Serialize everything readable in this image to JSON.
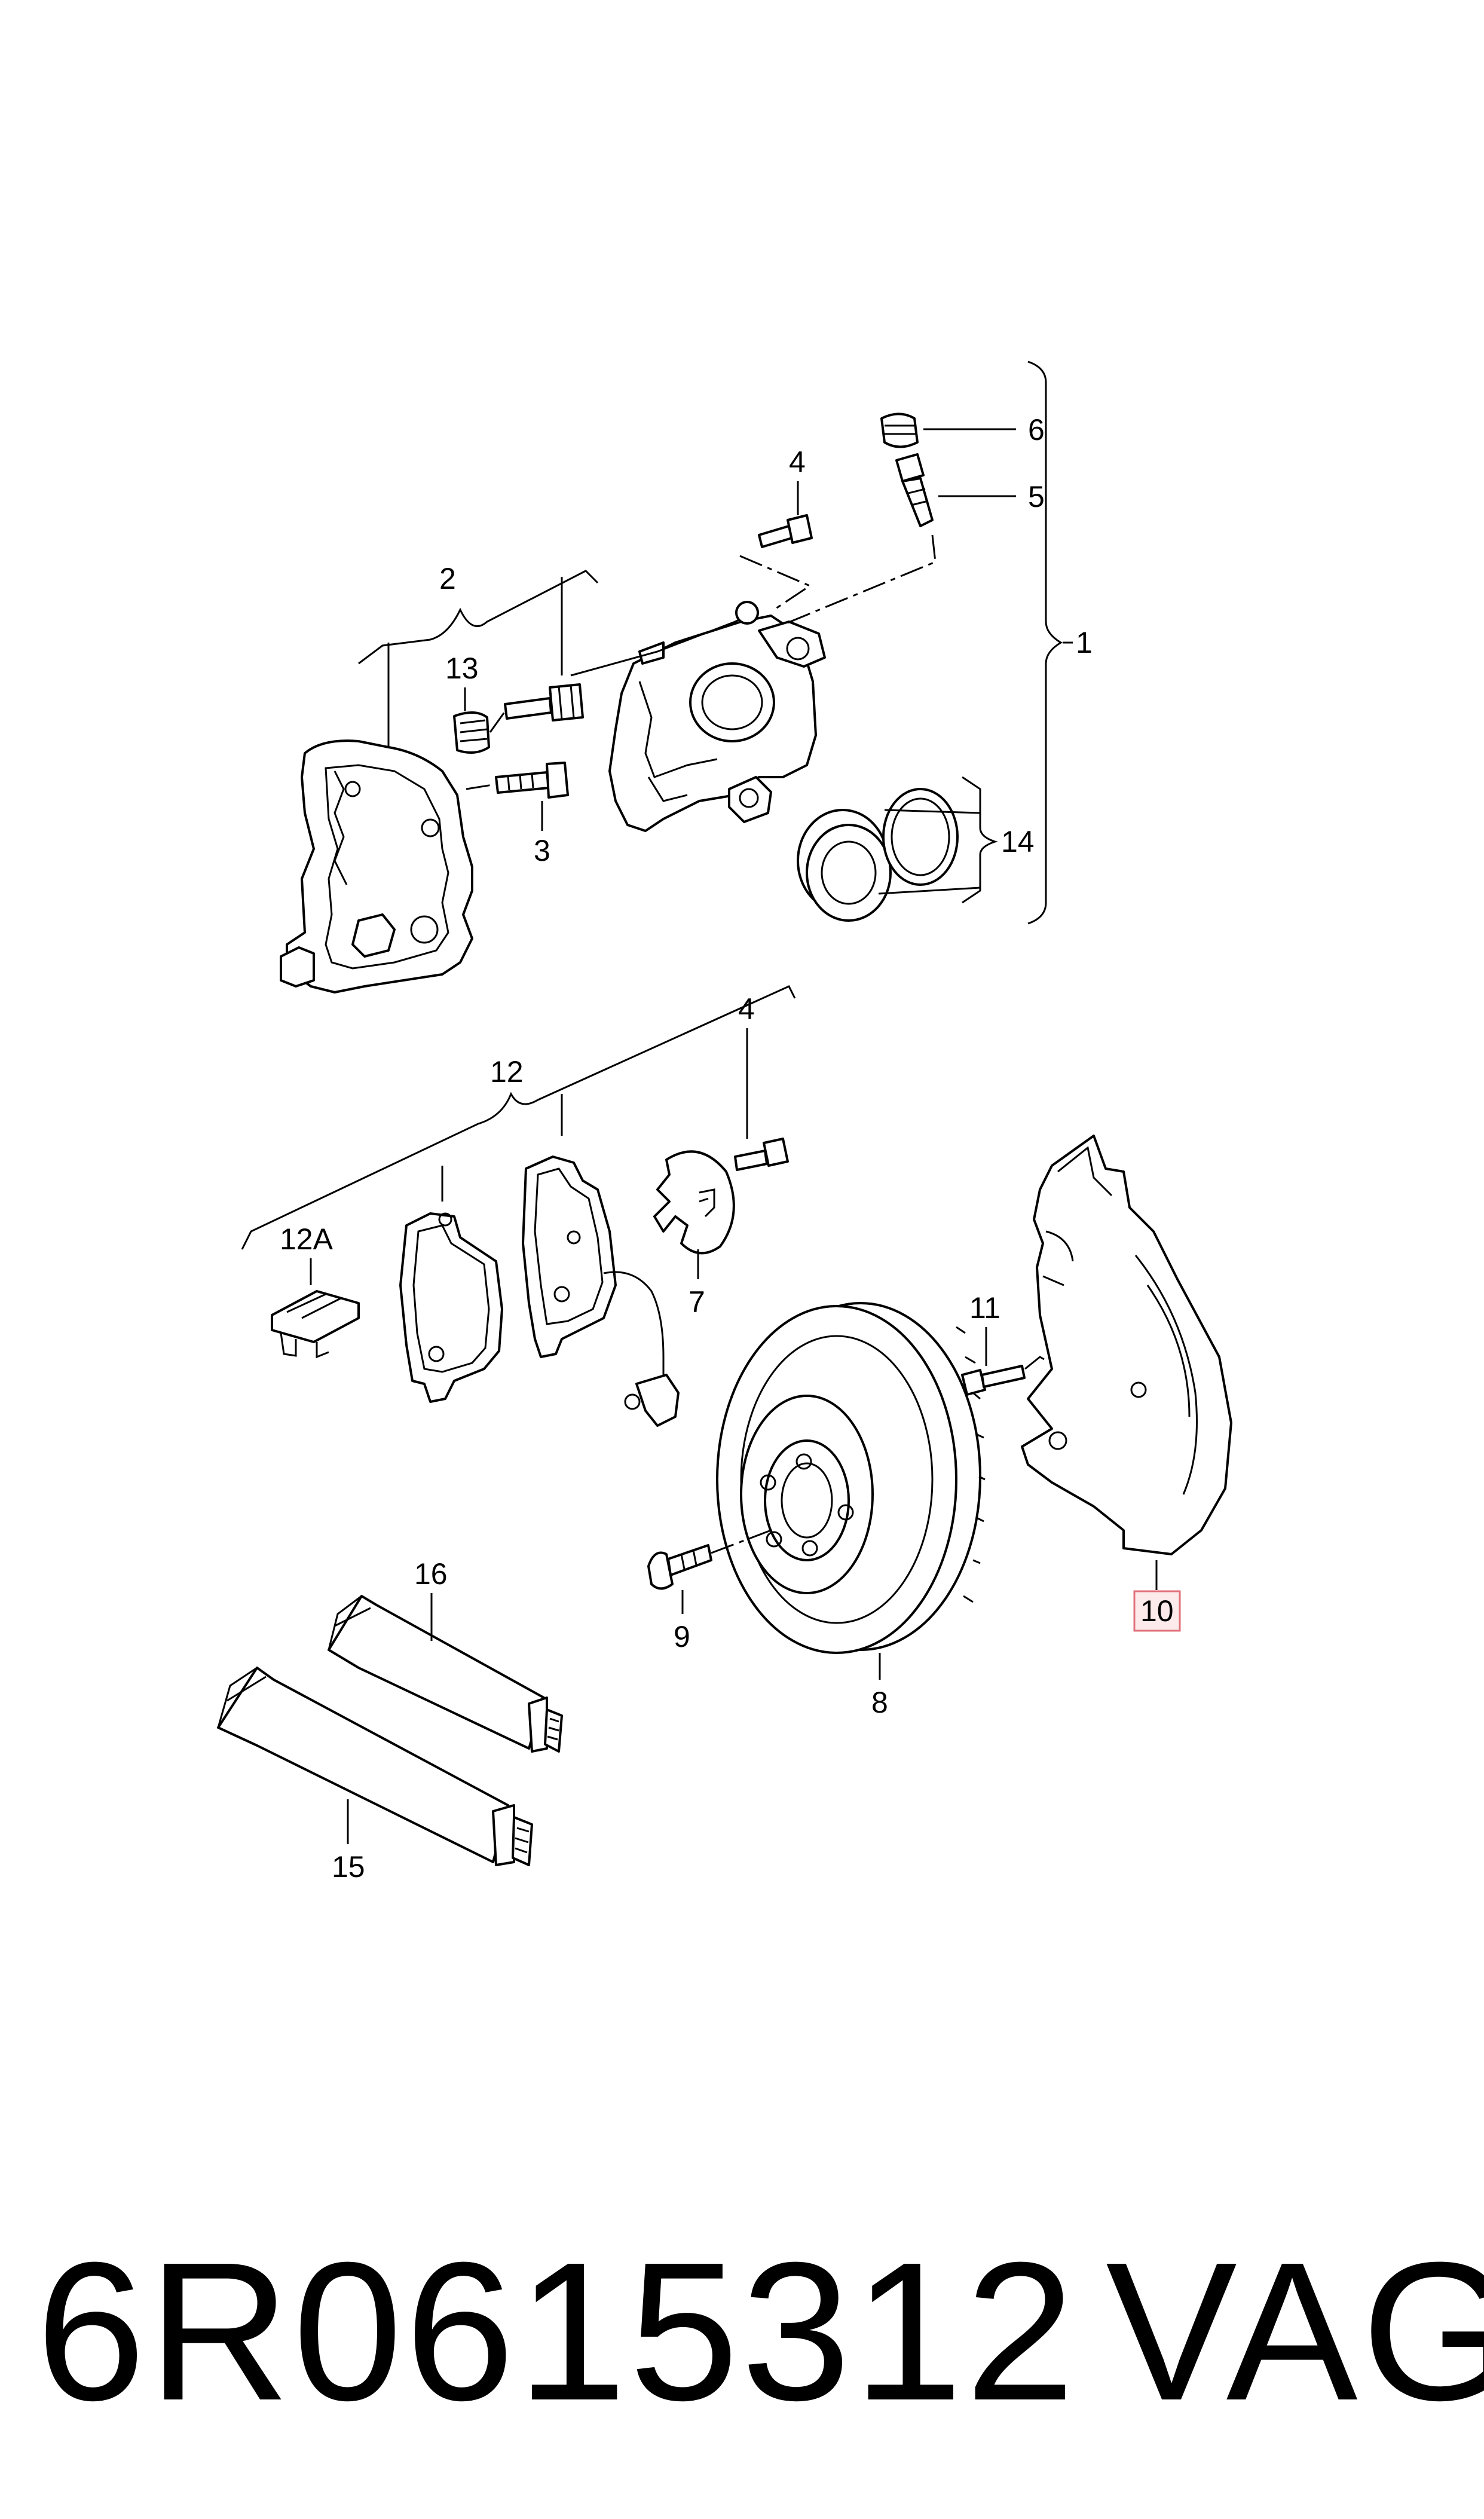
{
  "callouts": {
    "c1": "1",
    "c2": "2",
    "c3": "3",
    "c4a": "4",
    "c4b": "4",
    "c5": "5",
    "c6": "6",
    "c7": "7",
    "c8": "8",
    "c9": "9",
    "c10": "10",
    "c11": "11",
    "c12": "12",
    "c12a": "12A",
    "c13": "13",
    "c14": "14",
    "c15": "15",
    "c16": "16"
  },
  "highlight": {
    "callout": "10",
    "color": "#e0707a"
  },
  "footer": {
    "part_number": "6R0615312",
    "brand": "VAG"
  }
}
